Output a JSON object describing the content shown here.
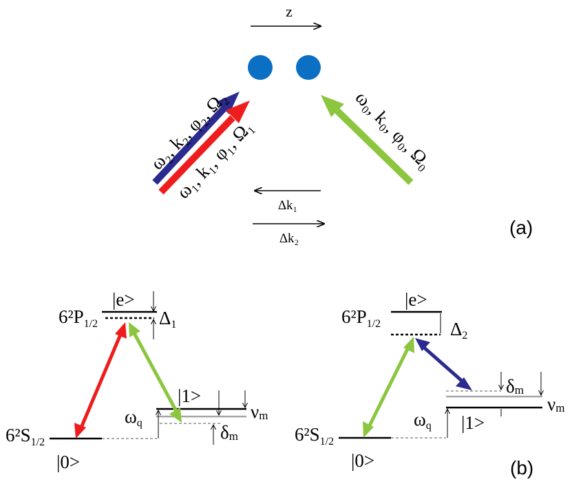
{
  "panel_a": {
    "label": "(a)",
    "axis_label": "z",
    "beam2_label": "ω₂, k₂, φ₂, Ω₂",
    "beam1_label": "ω₁, k₁, φ₁, Ω₁",
    "beam0_label": "ω₀, k₀, φ₀, Ω₀",
    "dk1_label": "Δk₁",
    "dk2_label": "Δk₂"
  },
  "panel_b": {
    "label": "(b)",
    "left": {
      "upper_term_main": "6²P",
      "upper_term_sub": "1/2",
      "lower_term_main": "6²S",
      "lower_term_sub": "1/2",
      "excited_state": "|e>",
      "ground_state": "|0>",
      "state_one": "|1>",
      "detuning_main": "Δ",
      "detuning_sub": "1",
      "omega_q_main": "ω",
      "omega_q_sub": "q",
      "nu_m_main": "ν",
      "nu_m_sub": "m",
      "delta_m_main": "δ",
      "delta_m_sub": "m"
    },
    "right": {
      "upper_term_main": "6²P",
      "upper_term_sub": "1/2",
      "lower_term_main": "6²S",
      "lower_term_sub": "1/2",
      "excited_state": "|e>",
      "ground_state": "|0>",
      "state_one": "|1>",
      "detuning_main": "Δ",
      "detuning_sub": "2",
      "omega_q_main": "ω",
      "omega_q_sub": "q",
      "nu_m_main": "ν",
      "nu_m_sub": "m",
      "delta_m_main": "δ",
      "delta_m_sub": "m"
    }
  },
  "colors": {
    "atom": "#0b6fc4",
    "beam_blue": "#2b2a8e",
    "beam_red": "#ee1c1c",
    "beam_green": "#8cc63f",
    "gray_level": "#a6a6a6"
  }
}
